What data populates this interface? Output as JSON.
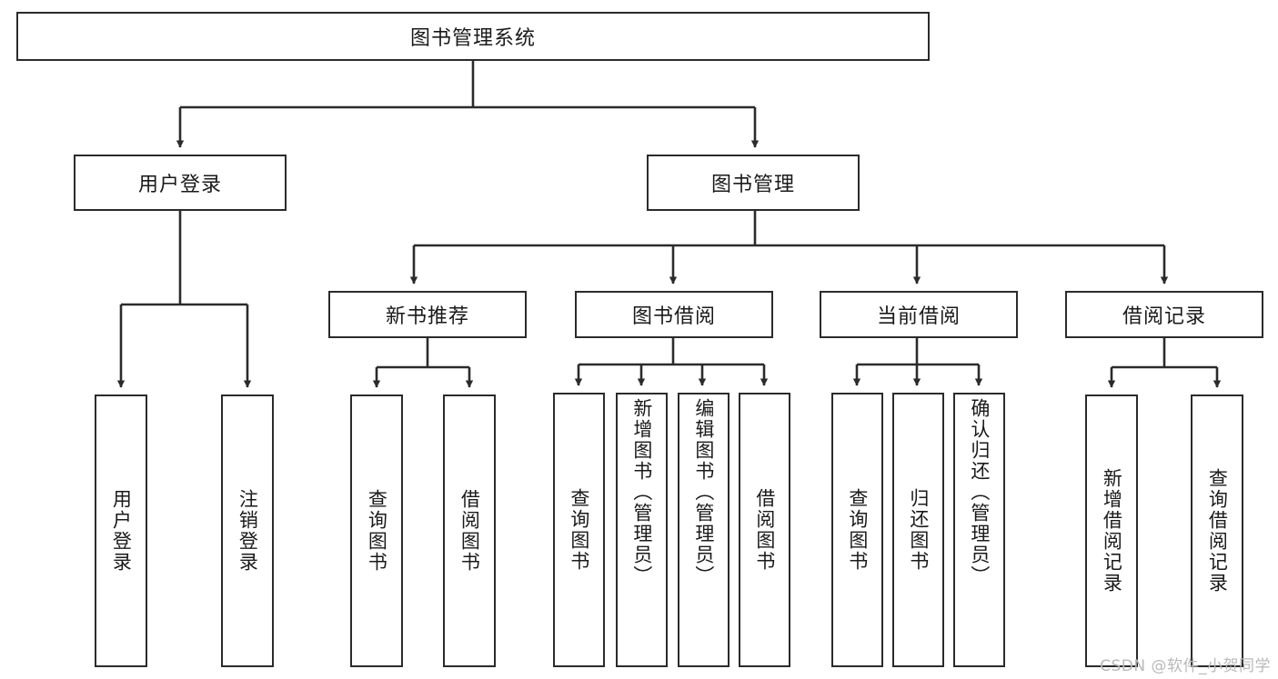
{
  "diagram": {
    "type": "tree",
    "title": "图书管理系统",
    "watermark": "CSDN @软件_小贺同学",
    "line_color": "#2b2b2b",
    "box_fill": "#ffffff",
    "text_color": "#1a1a1a",
    "watermark_color": "#b9b9b9",
    "nodes": {
      "root": {
        "label": "图书管理系统",
        "level": 0,
        "orientation": "horizontal"
      },
      "l1_0": {
        "label": "用户登录",
        "level": 1,
        "orientation": "horizontal"
      },
      "l1_1": {
        "label": "图书管理",
        "level": 1,
        "orientation": "horizontal"
      },
      "l2_0": {
        "label": "新书推荐",
        "level": 2,
        "orientation": "horizontal"
      },
      "l2_1": {
        "label": "图书借阅",
        "level": 2,
        "orientation": "horizontal"
      },
      "l2_2": {
        "label": "当前借阅",
        "level": 2,
        "orientation": "horizontal"
      },
      "l2_3": {
        "label": "借阅记录",
        "level": 2,
        "orientation": "horizontal"
      },
      "leaf_0": {
        "label": "用户登录",
        "level": 3,
        "orientation": "vertical"
      },
      "leaf_1": {
        "label": "注销登录",
        "level": 3,
        "orientation": "vertical"
      },
      "leaf_2": {
        "label": "查询图书",
        "level": 3,
        "orientation": "vertical"
      },
      "leaf_3": {
        "label": "借阅图书",
        "level": 3,
        "orientation": "vertical"
      },
      "leaf_4": {
        "label": "查询图书",
        "level": 3,
        "orientation": "vertical"
      },
      "leaf_5": {
        "label": "新增图书（管理员）",
        "level": 3,
        "orientation": "vertical"
      },
      "leaf_6": {
        "label": "编辑图书（管理员）",
        "level": 3,
        "orientation": "vertical"
      },
      "leaf_7": {
        "label": "借阅图书",
        "level": 3,
        "orientation": "vertical"
      },
      "leaf_8": {
        "label": "查询图书",
        "level": 3,
        "orientation": "vertical"
      },
      "leaf_9": {
        "label": "归还图书",
        "level": 3,
        "orientation": "vertical"
      },
      "leaf_10": {
        "label": "确认归还（管理员）",
        "level": 3,
        "orientation": "vertical"
      },
      "leaf_11": {
        "label": "新增借阅记录",
        "level": 3,
        "orientation": "vertical"
      },
      "leaf_12": {
        "label": "查询借阅记录",
        "level": 3,
        "orientation": "vertical"
      }
    },
    "edges": [
      {
        "from": "root",
        "to": "l1_0"
      },
      {
        "from": "root",
        "to": "l1_1"
      },
      {
        "from": "l1_0",
        "to": "leaf_0"
      },
      {
        "from": "l1_0",
        "to": "leaf_1"
      },
      {
        "from": "l1_1",
        "to": "l2_0"
      },
      {
        "from": "l1_1",
        "to": "l2_1"
      },
      {
        "from": "l1_1",
        "to": "l2_2"
      },
      {
        "from": "l1_1",
        "to": "l2_3"
      },
      {
        "from": "l2_0",
        "to": "leaf_2"
      },
      {
        "from": "l2_0",
        "to": "leaf_3"
      },
      {
        "from": "l2_1",
        "to": "leaf_4"
      },
      {
        "from": "l2_1",
        "to": "leaf_5"
      },
      {
        "from": "l2_1",
        "to": "leaf_6"
      },
      {
        "from": "l2_1",
        "to": "leaf_7"
      },
      {
        "from": "l2_2",
        "to": "leaf_8"
      },
      {
        "from": "l2_2",
        "to": "leaf_9"
      },
      {
        "from": "l2_2",
        "to": "leaf_10"
      },
      {
        "from": "l2_3",
        "to": "leaf_11"
      },
      {
        "from": "l2_3",
        "to": "leaf_12"
      }
    ]
  }
}
